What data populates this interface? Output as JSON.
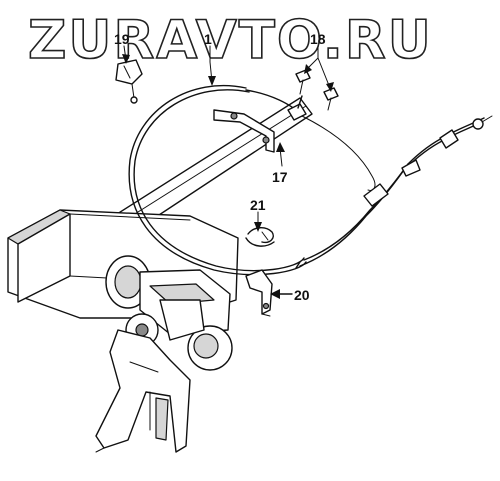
{
  "watermark": "ZURAVTO.RU",
  "callouts": {
    "c1": "1",
    "c17": "17",
    "c18": "18",
    "c19": "19",
    "c20": "20",
    "c21": "21"
  }
}
